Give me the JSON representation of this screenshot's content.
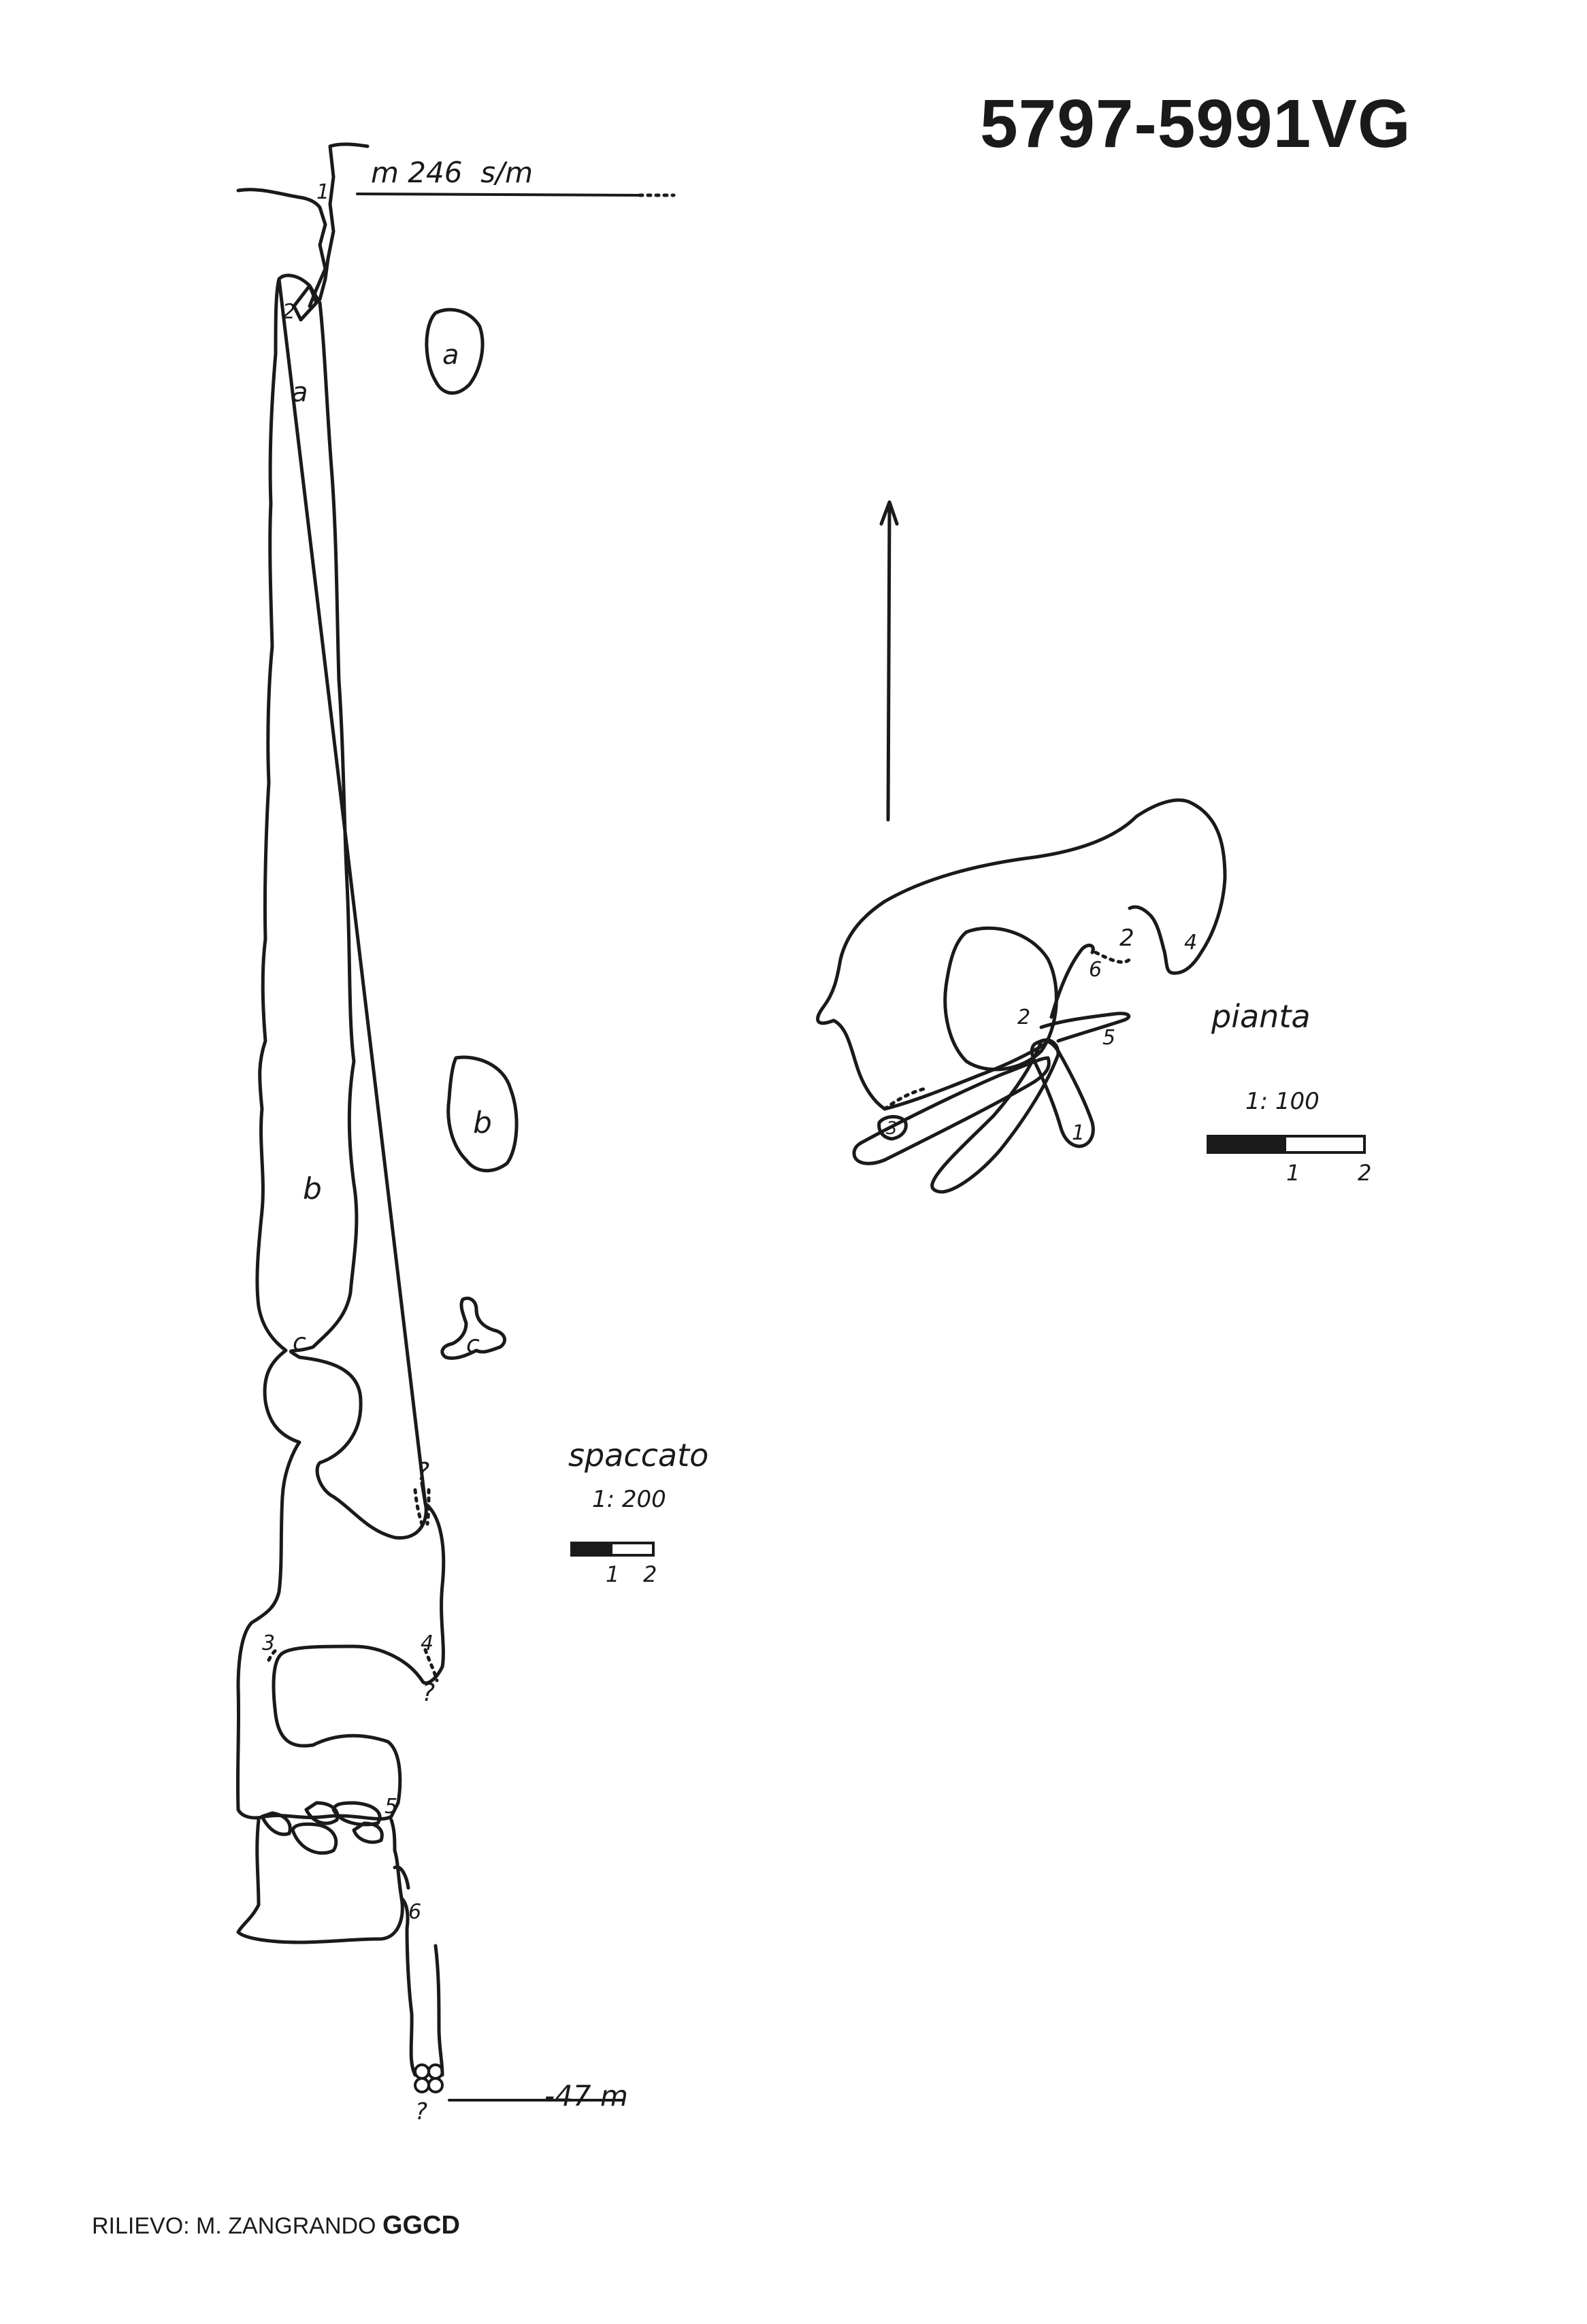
{
  "title": "5797-5991VG",
  "elevation_label": "m 246  s/m",
  "depth_label": "-47 m",
  "section": {
    "label": "spaccato",
    "scale": "1: 200",
    "bar_ticks": [
      "1",
      "2"
    ],
    "markers": [
      "1",
      "2",
      "a",
      "b",
      "c",
      "?",
      "3",
      "4",
      "?",
      "5",
      "6",
      "?"
    ],
    "cross_sections": [
      "a",
      "b",
      "c"
    ]
  },
  "plan": {
    "label": "pianta",
    "scale": "1: 100",
    "bar_ticks": [
      "1",
      "2"
    ],
    "markers": [
      "2",
      "4",
      "6",
      "2",
      "5",
      "3",
      "1"
    ]
  },
  "credit": {
    "prefix": "RILIEVO: M. ZANGRANDO",
    "group": "GGCD"
  },
  "colors": {
    "ink": "#1a1a1a",
    "paper": "#ffffff"
  }
}
